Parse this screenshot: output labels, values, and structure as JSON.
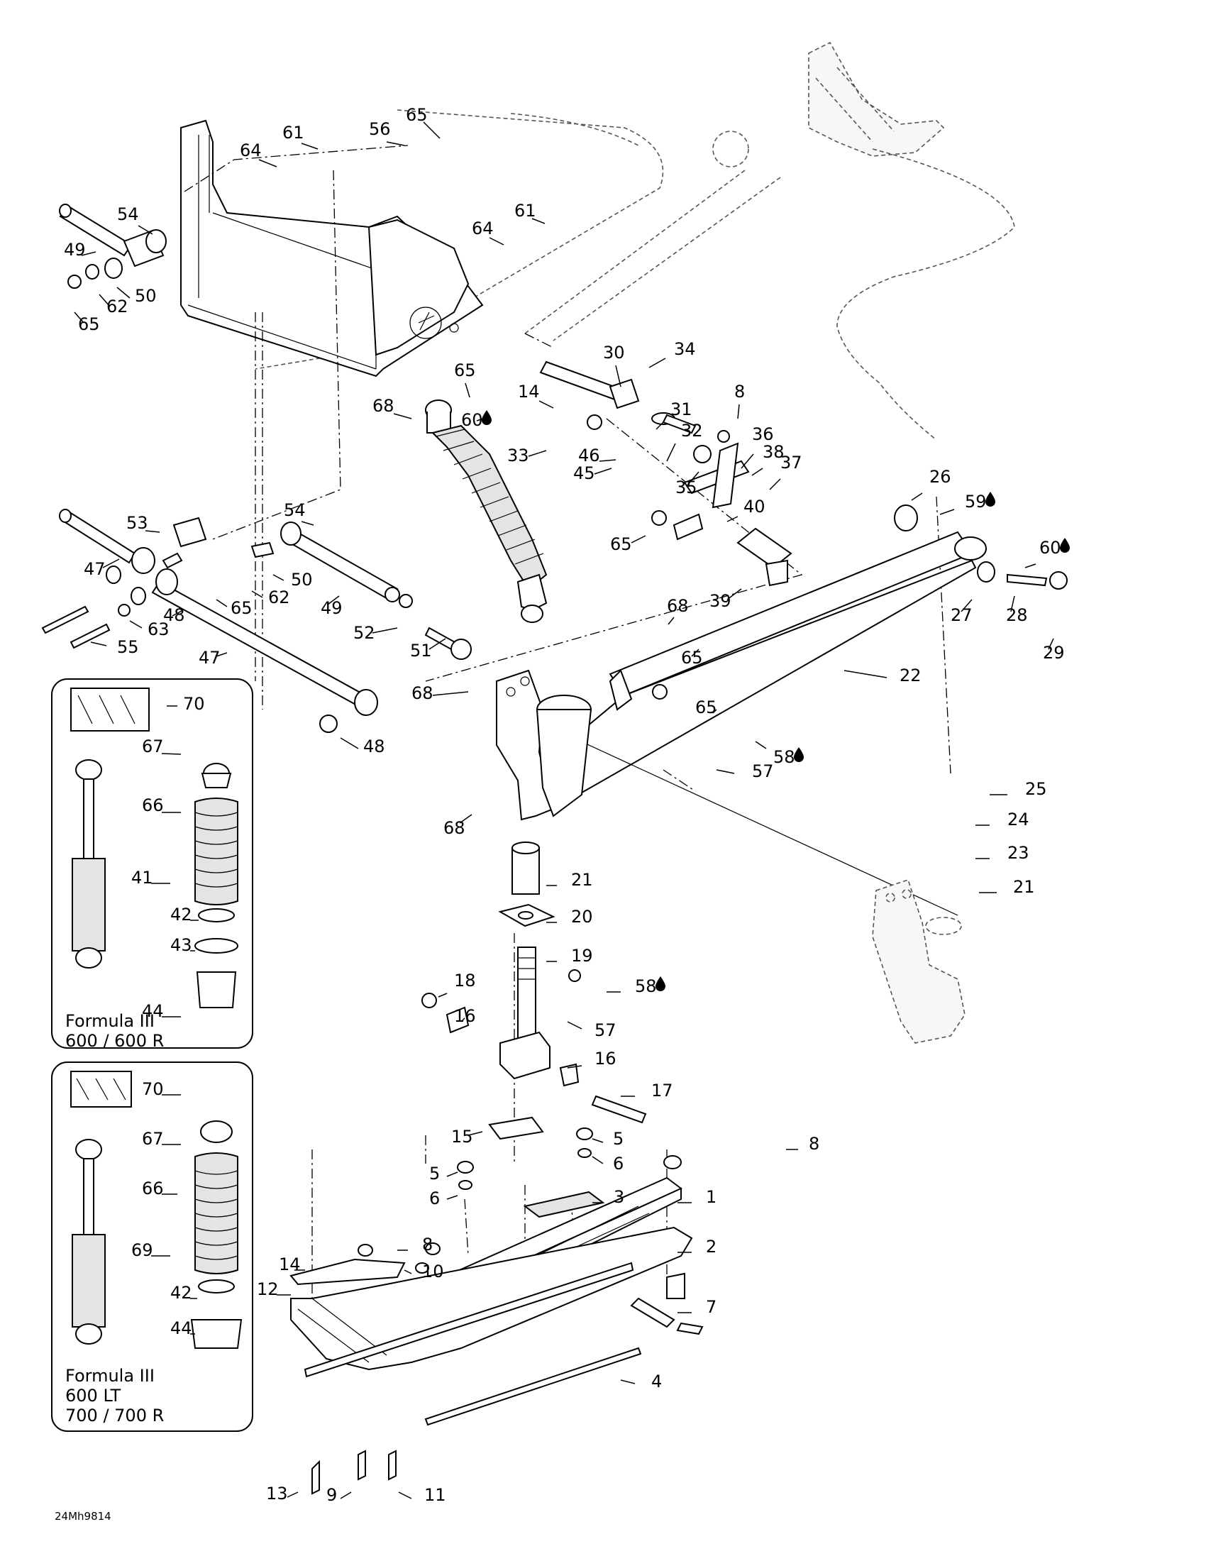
{
  "drawing_ref": "24Mh9814",
  "inset_top": {
    "line1": "Formula III",
    "line2": "600 / 600 R"
  },
  "inset_bottom": {
    "line1": "Formula III",
    "line2": "600 LT",
    "line3": "700 / 700 R"
  },
  "callouts": [
    "65",
    "61",
    "56",
    "64",
    "61",
    "64",
    "54",
    "49",
    "50",
    "62",
    "65",
    "30",
    "34",
    "14",
    "8",
    "31",
    "32",
    "60",
    "33",
    "46",
    "45",
    "36",
    "38",
    "37",
    "35",
    "65",
    "68",
    "65",
    "26",
    "59",
    "60",
    "40",
    "27",
    "28",
    "29",
    "39",
    "54",
    "53",
    "47",
    "50",
    "62",
    "65",
    "49",
    "52",
    "51",
    "68",
    "65",
    "55",
    "63",
    "48",
    "47",
    "22",
    "70",
    "68",
    "65",
    "67",
    "57",
    "58",
    "68",
    "48",
    "66",
    "41",
    "25",
    "24",
    "23",
    "21",
    "21",
    "20",
    "42",
    "43",
    "19",
    "44",
    "18",
    "16",
    "58",
    "57",
    "16",
    "17",
    "70",
    "15",
    "5",
    "67",
    "6",
    "8",
    "5",
    "3",
    "1",
    "6",
    "66",
    "69",
    "2",
    "8",
    "14",
    "10",
    "12",
    "42",
    "7",
    "44",
    "4",
    "13",
    "9",
    "11"
  ]
}
